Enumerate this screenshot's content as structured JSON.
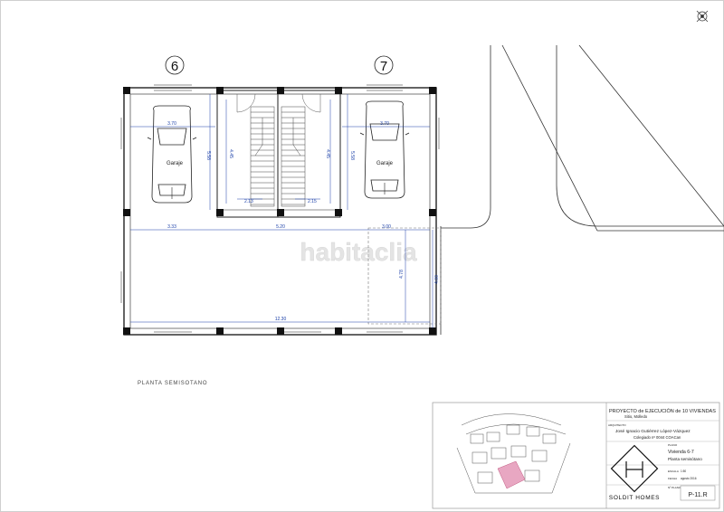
{
  "plan": {
    "unit_labels": [
      "6",
      "7"
    ],
    "room_label": "Garaje",
    "caption": "PLANTA SEMISOTANO",
    "dimensions": {
      "car_width": "3.70",
      "stair_depth_outer": "5.58",
      "stair_depth_inner": "4.45",
      "stair_width": "2.13",
      "stair_width_right": "2.15",
      "span_left": "3.33",
      "span_mid": "5.20",
      "span_right": "3.00",
      "total_width": "12.30",
      "right_height": "4.00",
      "inner_height": "4.78"
    }
  },
  "watermark": "habitaclia",
  "title_block": {
    "project": "PROYECTO de EJECUCIÓN de 10 VIVIENDAS",
    "location": "Sitio, Molledo",
    "architect_label": "ARQUITECTO",
    "architect_name": "José Ignacio Gutiérrez López-Vázquez",
    "architect_reg": "Colegiado nº 0044 COACan",
    "plano_label": "PLANO",
    "sheet_title": "Vivienda 6-7",
    "sheet_subtitle": "Planta semisótano",
    "scale_label": "ESCALA",
    "scale_value": "1:50",
    "date_label": "FECHA",
    "date_value": "agosto 2016",
    "number_label": "Nº PLANO",
    "sheet_number": "P-11.R",
    "company": "SOLDIT HOMES"
  },
  "colors": {
    "line": "#222222",
    "dimension": "#1a3fa8",
    "highlight": "#e8a7c2",
    "watermark": "#e4e4e4"
  }
}
